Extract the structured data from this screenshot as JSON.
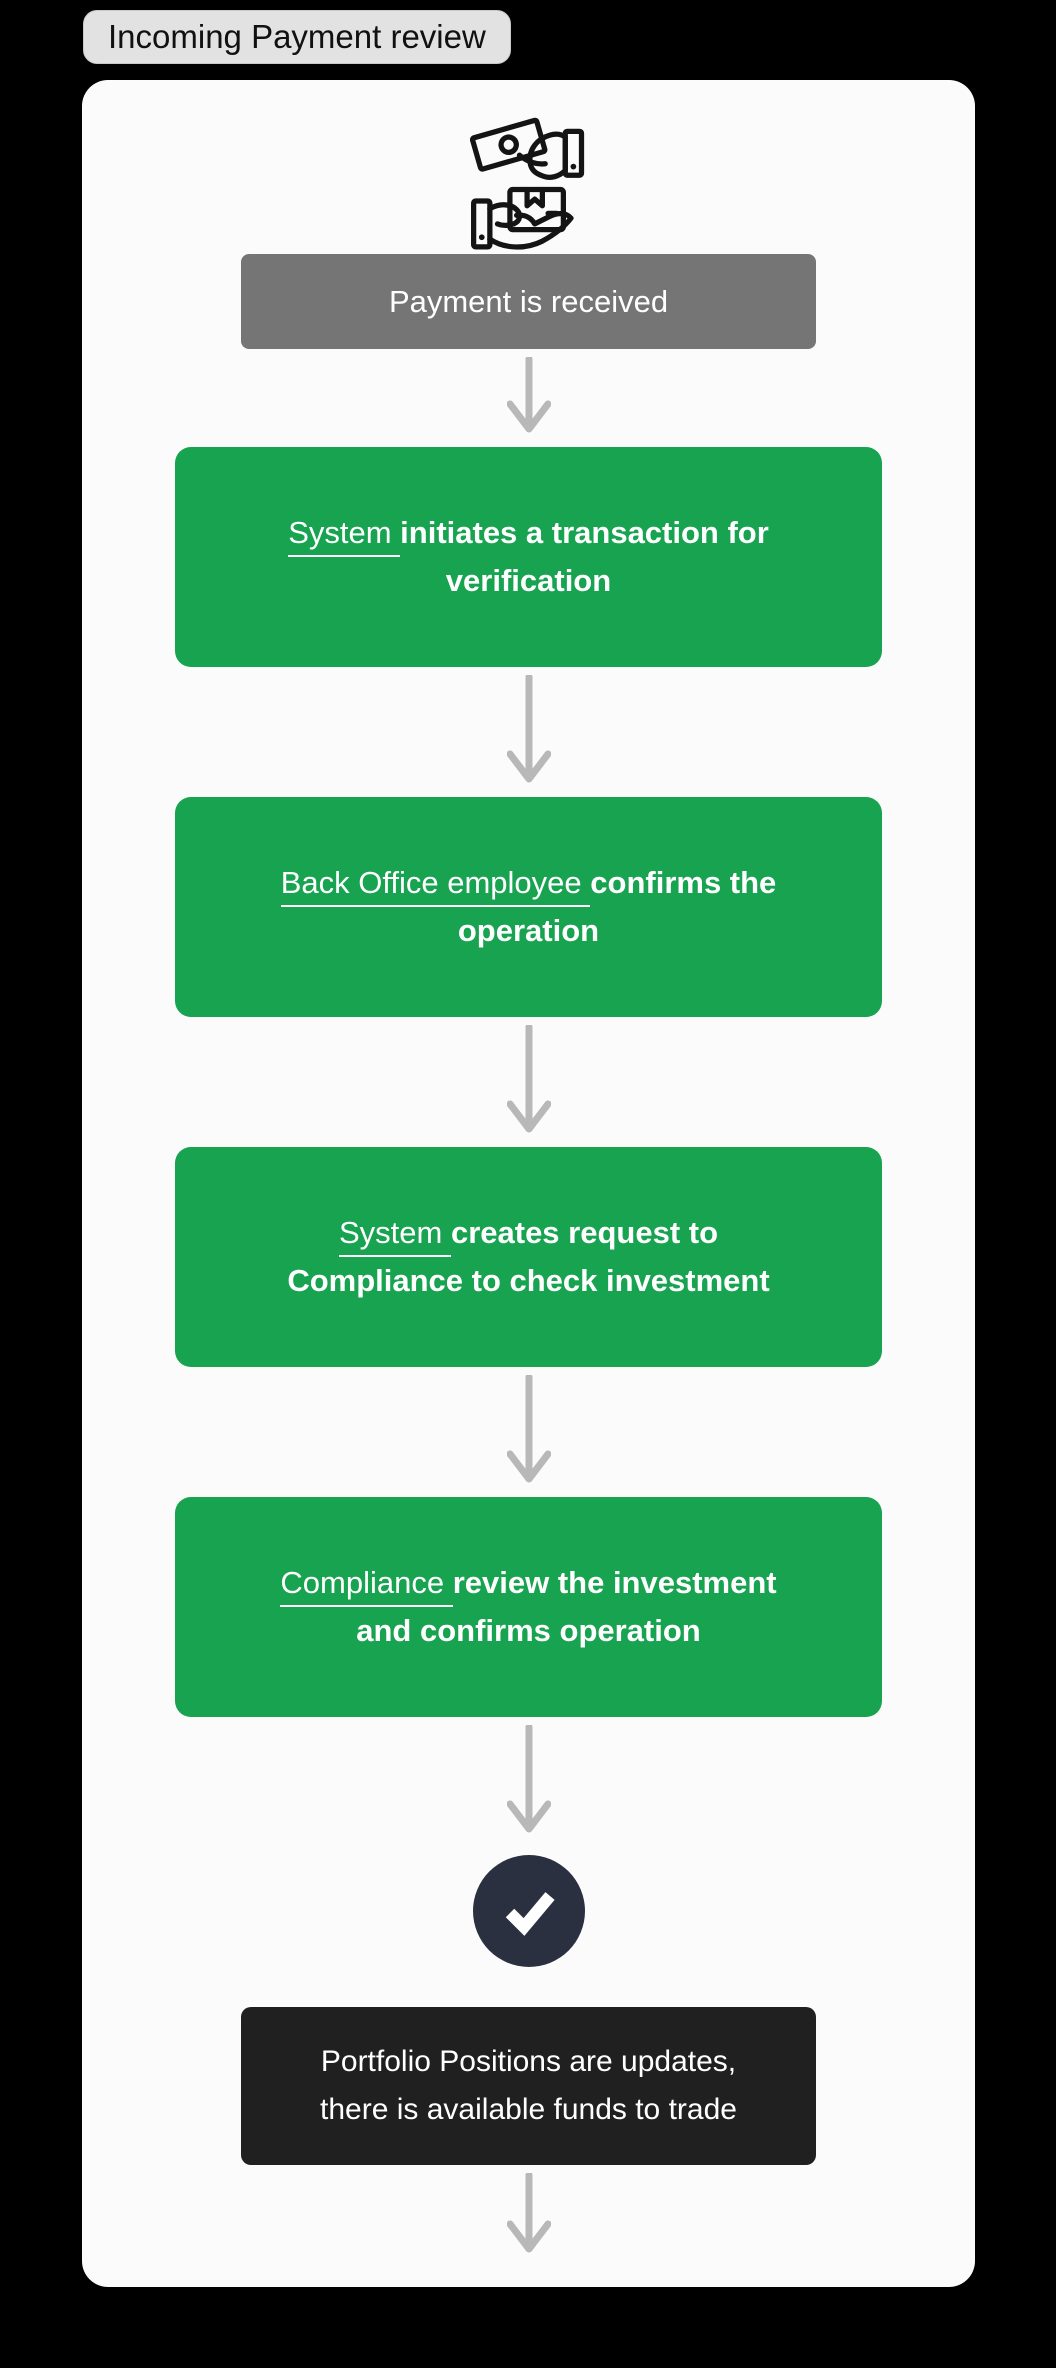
{
  "page": {
    "title_badge": "Incoming Payment review"
  },
  "colors": {
    "page_bg": "#000000",
    "card_bg": "#FBFBFB",
    "badge_bg": "#E2E2E2",
    "badge_text": "#111111",
    "start_bg": "#757575",
    "step_bg": "#17A350",
    "end_bg": "#202020",
    "check_bg": "#2A3040",
    "arrow": "#B8B8B8",
    "node_text": "#FFFFFF",
    "icon_stroke": "#141414"
  },
  "icons": {
    "header": "payment-exchange-icon",
    "success": "check-icon",
    "connector": "arrow-down-icon"
  },
  "flow": {
    "start": {
      "label": "Payment is received"
    },
    "steps": [
      {
        "actor": "System ",
        "action": "initiates a transaction for\nverification"
      },
      {
        "actor": "Back Office employee ",
        "action": "confirms the\noperation"
      },
      {
        "actor": "System ",
        "action": "creates request to\nCompliance to check investment"
      },
      {
        "actor": "Compliance ",
        "action": "review the investment\nand confirms operation"
      }
    ],
    "end": {
      "label": "Portfolio Positions are updates,\nthere is available funds to trade"
    }
  }
}
